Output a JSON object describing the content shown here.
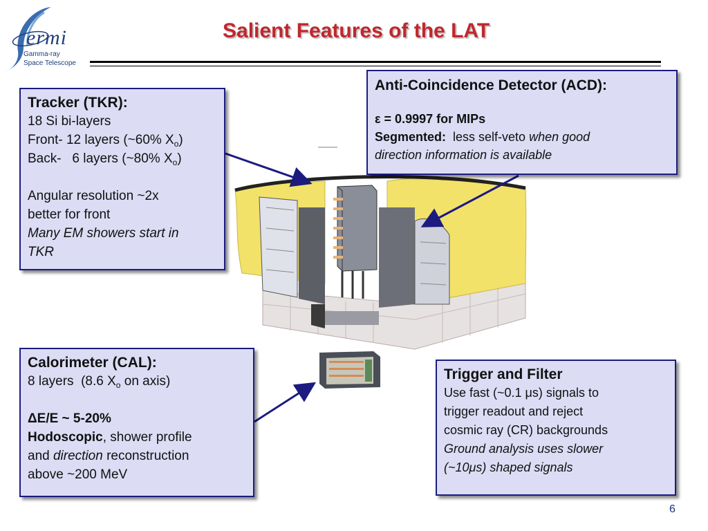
{
  "logo": {
    "word": "ermi",
    "sub_line1": "Gamma-ray",
    "sub_line2": "Space Telescope"
  },
  "title": "Salient Features of the LAT",
  "tkr": {
    "title": "Tracker (TKR):",
    "line1": "18 Si bi-layers",
    "line2_pre": "Front- 12 layers (~60% X",
    "line2_sub": "o",
    "line2_post": ")",
    "line3_pre": "Back-   6 layers (~80% X",
    "line3_sub": "o",
    "line3_post": ")",
    "line4": "Angular resolution ~2x",
    "line5": "better for front",
    "line6": "Many EM showers start in",
    "line7": "TKR"
  },
  "acd": {
    "title": "Anti-Coincidence Detector (ACD):",
    "eps_line": "ε = 0.9997 for MIPs",
    "seg_label": "Segmented:",
    "seg_text": "  less self-veto ",
    "seg_italic": "when good",
    "line_last": "direction information is available"
  },
  "cal": {
    "title": "Calorimeter (CAL):",
    "line1_pre": "8 layers  (8.6 X",
    "line1_sub": "o",
    "line1_post": " on axis)",
    "line2": "ΔE/E ~ 5-20%",
    "line3_bold": "Hodoscopic",
    "line3_rest": ", shower profile",
    "line4_pre": "and ",
    "line4_it": "direction",
    "line4_post": " reconstruction",
    "line5": "above ~200 MeV"
  },
  "trg": {
    "title": "Trigger and Filter",
    "line1": "Use fast (~0.1 μs) signals to",
    "line2": "trigger readout and reject",
    "line3": "cosmic ray (CR) backgrounds",
    "line4": "Ground analysis uses slower",
    "line5": "(~10μs) shaped signals"
  },
  "page_number": "6",
  "colors": {
    "title_red": "#c0272d",
    "box_fill": "#dcdcf5",
    "box_border": "#1b1b80",
    "arrow": "#1b1b80",
    "acd_yellow": "#f3e26a"
  }
}
